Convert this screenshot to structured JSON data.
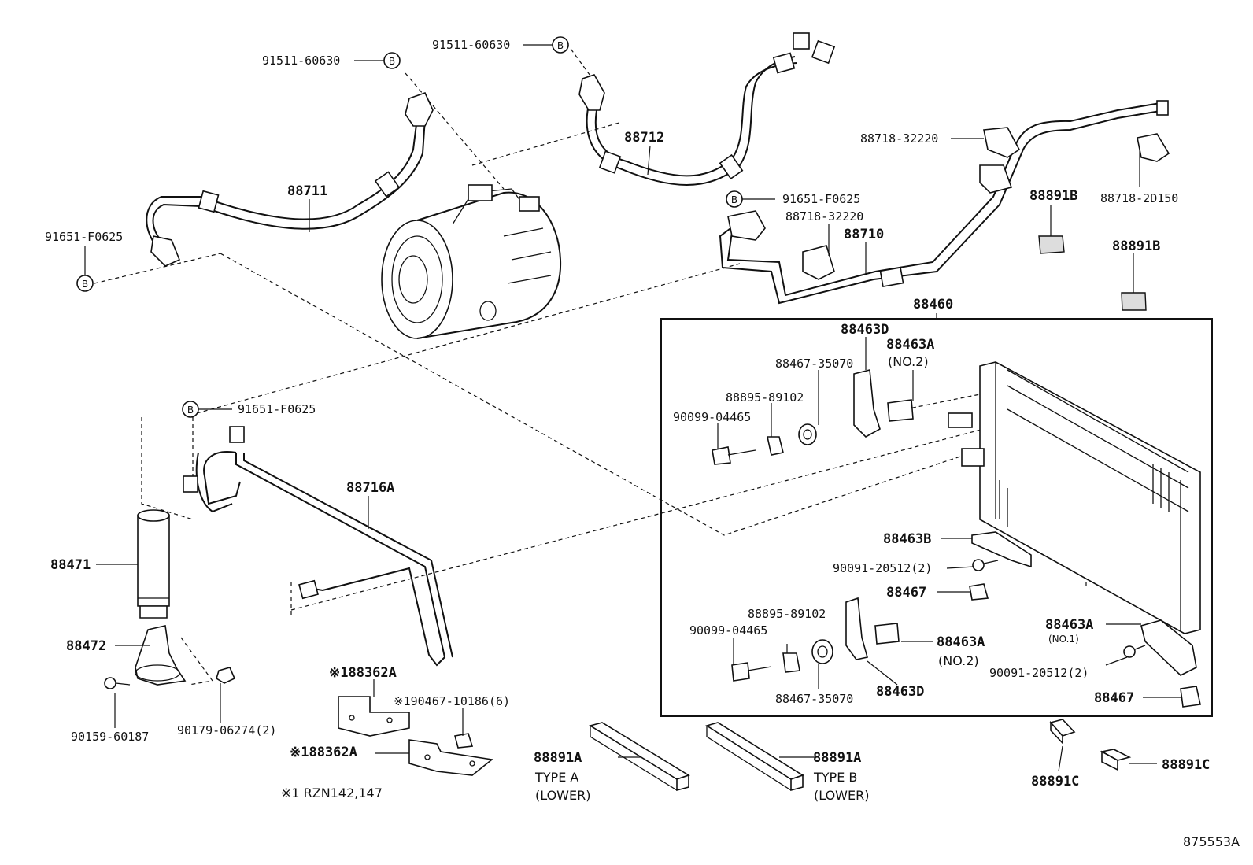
{
  "diagram": {
    "labels": {
      "l_91511_a": "91511-60630",
      "l_91511_b": "91511-60630",
      "l_91651_a": "91651-F0625",
      "l_91651_b": "91651-F0625",
      "l_91651_c": "91651-F0625",
      "l_88711": "88711",
      "l_88712": "88712",
      "l_88710": "88710",
      "l_88718_32220_a": "88718-32220",
      "l_88718_32220_b": "88718-32220",
      "l_88718_2d150": "88718-2D150",
      "l_88891b_a": "88891B",
      "l_88891b_b": "88891B",
      "l_88460": "88460",
      "l_88463d_a": "88463D",
      "l_88463a_a": "88463A",
      "l_no2_a": "(NO.2)",
      "l_88467_35070_a": "88467-35070",
      "l_88895_a": "88895-89102",
      "l_90099_a": "90099-04465",
      "l_88716a": "88716A",
      "l_88471": "88471",
      "l_88472": "88472",
      "l_90159": "90159-60187",
      "l_90179": "90179-06274(2)",
      "l_188362a_a": "※188362A",
      "l_90467": "※190467-10186(6)",
      "l_188362a_b": "※188362A",
      "l_rzn": "※1 RZN142,147",
      "l_88891a_a": "88891A",
      "l_type_a": "TYPE A",
      "l_lower_a": "(LOWER)",
      "l_88891a_b": "88891A",
      "l_type_b": "TYPE B",
      "l_lower_b": "(LOWER)",
      "l_88463b": "88463B",
      "l_90091_a": "90091-20512(2)",
      "l_88467_a": "88467",
      "l_88895_b": "88895-89102",
      "l_90099_b": "90099-04465",
      "l_88463a_b": "88463A",
      "l_no2_b": "(NO.2)",
      "l_88467_35070_b": "88467-35070",
      "l_88463d_b": "88463D",
      "l_88463a_c": "88463A",
      "l_no1": "(NO.1)",
      "l_90091_b": "90091-20512(2)",
      "l_88467_b": "88467",
      "l_88891c_a": "88891C",
      "l_88891c_b": "88891C",
      "l_ref": "875553A"
    },
    "markers": {
      "b": "B"
    }
  }
}
